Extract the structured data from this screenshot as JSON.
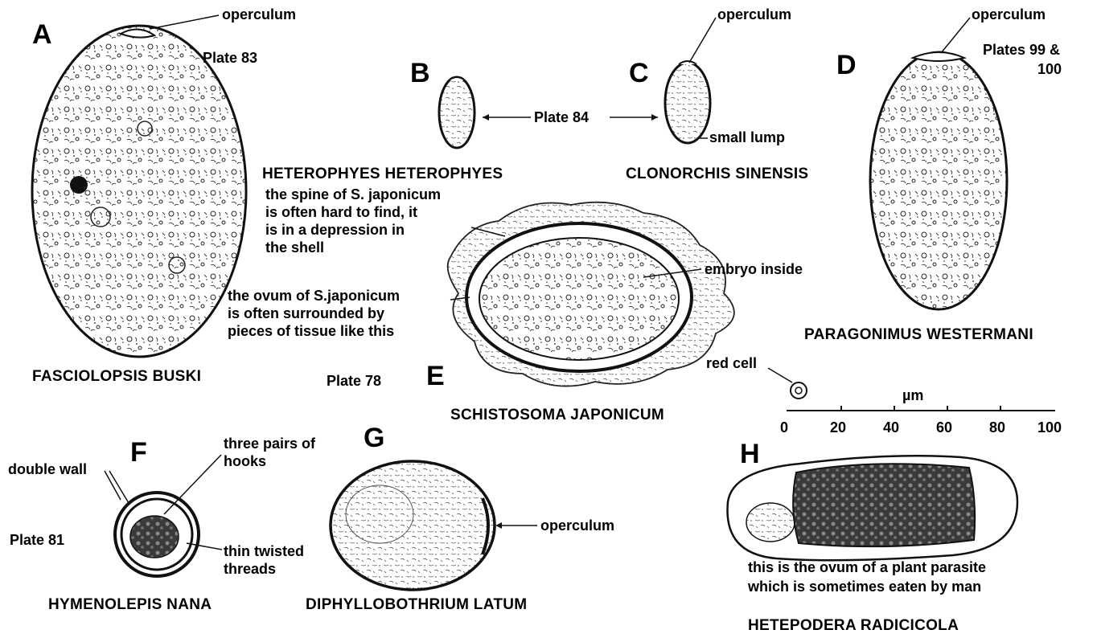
{
  "panels": {
    "A": {
      "letter": "A",
      "name": "FASCIOLOPSIS BUSKI",
      "plate": "Plate 83",
      "operculum": "operculum"
    },
    "B": {
      "letter": "B",
      "name": "HETEROPHYES HETEROPHYES"
    },
    "C": {
      "letter": "C",
      "name": "CLONORCHIS SINENSIS",
      "operculum": "operculum",
      "lump": "small lump"
    },
    "BC": {
      "plate": "Plate 84"
    },
    "D": {
      "letter": "D",
      "name": "PARAGONIMUS WESTERMANI",
      "plate1": "Plates 99 &",
      "plate2": "100",
      "operculum": "operculum"
    },
    "E": {
      "letter": "E",
      "name": "SCHISTOSOMA JAPONICUM",
      "plate": "Plate 78",
      "spine": [
        "the spine of S. japonicum",
        "is often hard to find, it",
        "is in a depression in",
        "the shell"
      ],
      "tissue": [
        "the ovum of S.japonicum",
        "is often surrounded by",
        "pieces of tissue like this"
      ],
      "embryo": "embryo inside"
    },
    "F": {
      "letter": "F",
      "name": "HYMENOLEPIS NANA",
      "plate": "Plate 81",
      "wall": "double wall",
      "hooks": [
        "three pairs of",
        "hooks"
      ],
      "threads": [
        "thin twisted",
        "threads"
      ]
    },
    "G": {
      "letter": "G",
      "name": "DIPHYLLOBOTHRIUM LATUM",
      "operculum": "operculum"
    },
    "H": {
      "letter": "H",
      "name": "HETEPODERA RADICICOLA",
      "note": [
        "this is the ovum of a plant parasite",
        "which is sometimes eaten by man"
      ]
    }
  },
  "scale": {
    "red_cell": "red cell",
    "unit": "µm",
    "ticks": [
      "0",
      "20",
      "40",
      "60",
      "80",
      "100"
    ]
  },
  "colors": {
    "ink": "#111111",
    "paper": "#ffffff"
  }
}
